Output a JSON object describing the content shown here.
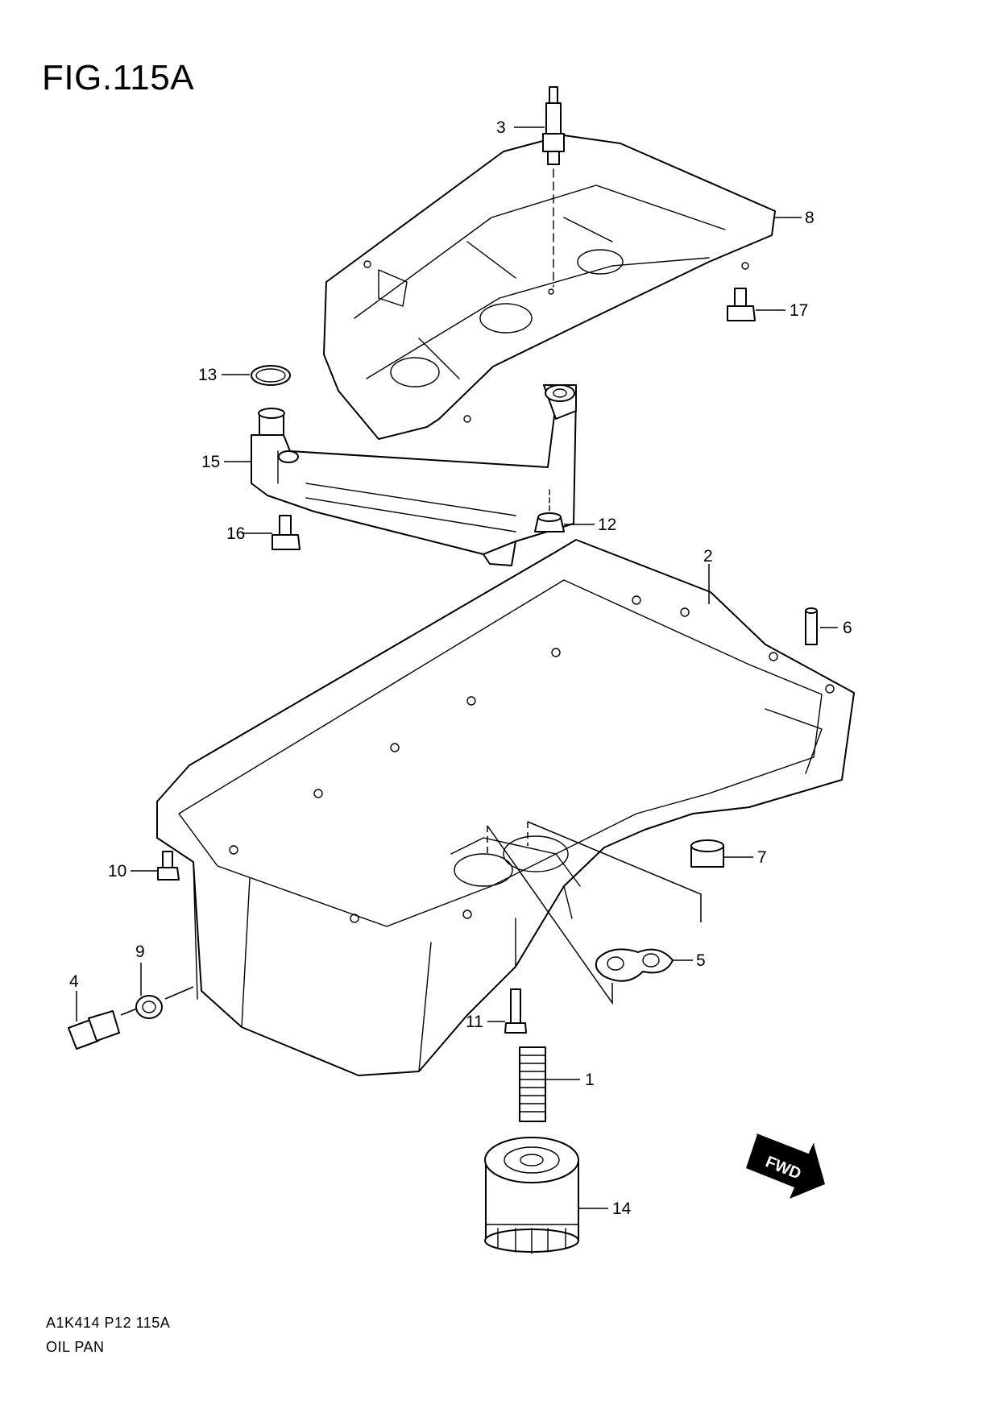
{
  "figure": {
    "title": "FIG.115A",
    "code": "A1K414 P12 115A",
    "name": "OIL PAN"
  },
  "callouts": [
    "1",
    "2",
    "3",
    "4",
    "5",
    "6",
    "7",
    "8",
    "9",
    "10",
    "11",
    "12",
    "13",
    "14",
    "15",
    "16",
    "17"
  ],
  "direction_badge": "FWD"
}
